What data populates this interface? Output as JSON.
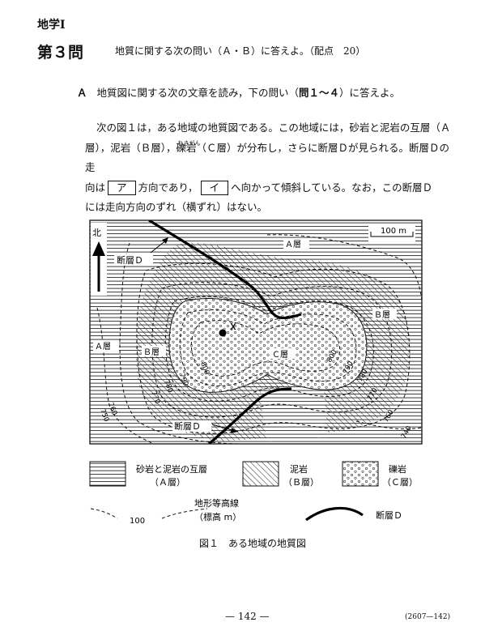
{
  "header": {
    "subject": "地学Ⅰ"
  },
  "question": {
    "number": "第３問",
    "lead": "地質に関する次の問い（Ａ・Ｂ）に答えよ。（配点　20）"
  },
  "section_a": {
    "mark": "Ａ",
    "text_pre": "地質図に関する次の文章を読み，下の問い（",
    "text_bold": "問１～４",
    "text_post": "）に答えよ。"
  },
  "paragraph": {
    "l1": "次の図１は，ある地域の地質図である。この地域には，砂岩と泥岩の互層（Ａ",
    "l2a": "層），泥岩（Ｂ層），",
    "ruby_base": "礫岩",
    "ruby_text": "れきがん",
    "l2b": "（Ｃ層）が分布し，さらに断層Ｄが見られる。断層Ｄの走",
    "l3a": "向は",
    "box1": "ア",
    "l3b": "方向であり，",
    "box2": "イ",
    "l3c": "へ向かって傾斜している。なお，この断層Ｄ",
    "l4": "には走向方向のずれ（横ずれ）はない。"
  },
  "map": {
    "north": "北",
    "scale": "100 m",
    "fault_label_top": "断層Ｄ",
    "fault_label_bottom": "断層Ｄ",
    "a_top": "Ａ層",
    "a_left": "Ａ層",
    "b_left": "Ｂ層",
    "b_right": "Ｂ層",
    "c_center": "Ｃ層",
    "point_x": "Ｘ",
    "contours": [
      "800",
      "790",
      "780",
      "770",
      "760",
      "750",
      "740",
      "800",
      "790",
      "780",
      "770",
      "760",
      "750"
    ]
  },
  "legend": {
    "a_line1": "砂岩と泥岩の互層",
    "a_line2": "（Ａ層）",
    "b_line1": "泥岩",
    "b_line2": "（Ｂ層）",
    "c_line1": "礫岩",
    "c_line2": "（Ｃ層）",
    "contour_value": "100",
    "contour_line1": "地形等高線",
    "contour_line2": "（標高 m）",
    "fault": "断層Ｄ"
  },
  "figure_caption": "図１　ある地域の地質図",
  "footer": {
    "page": "— 142 —",
    "code": "(2607—142)"
  }
}
